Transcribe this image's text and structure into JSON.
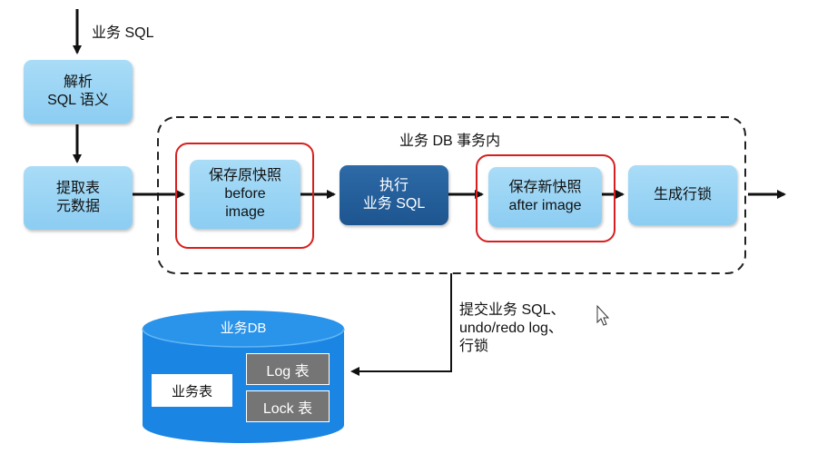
{
  "input_label": "业务 SQL",
  "steps": {
    "parse": [
      "解析",
      "SQL 语义"
    ],
    "extract": [
      "提取表",
      "元数据"
    ]
  },
  "transaction": {
    "title": "业务 DB 事务内",
    "before": [
      "保存原快照",
      "before",
      "image"
    ],
    "execute": [
      "执行",
      "业务 SQL"
    ],
    "after": [
      "保存新快照",
      "after image"
    ],
    "lock": "生成行锁"
  },
  "commit_note": [
    "提交业务 SQL、",
    "undo/redo log、",
    "行锁"
  ],
  "database": {
    "title": "业务DB",
    "business_table": "业务表",
    "log_table": "Log 表",
    "lock_table": "Lock 表"
  },
  "colors": {
    "box_light": "#99d3f4",
    "box_dark": "#215d99",
    "highlight": "#d81f1f",
    "db_blue": "#1b85e4",
    "db_grey": "#757575"
  }
}
